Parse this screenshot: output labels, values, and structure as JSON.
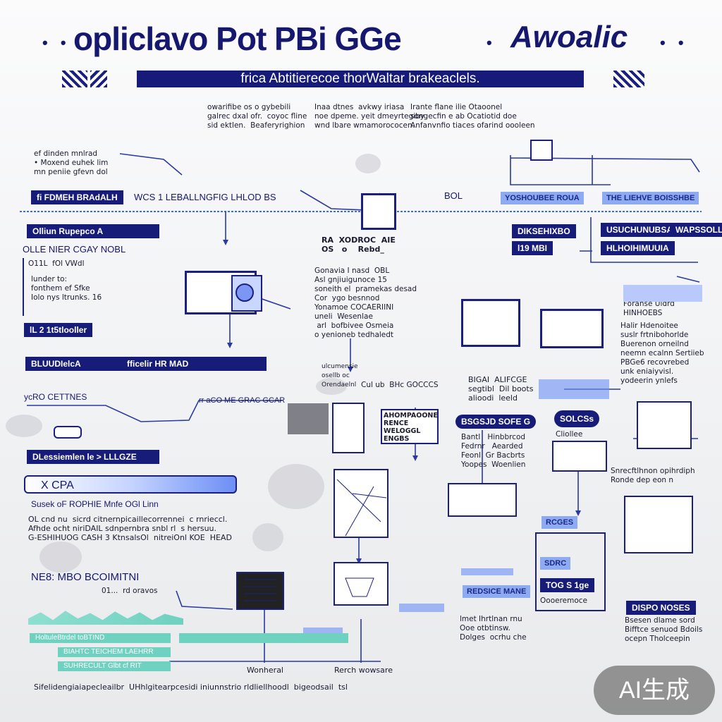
{
  "title": {
    "left": "opliclavo Pot PBi GGe",
    "right": "Awoalic",
    "dots_left": "• •",
    "dots_mid": "•",
    "dots_right": "• •"
  },
  "banner": "frica Abtitierecoe  thorWaltar brakeaclels.",
  "intro": {
    "col1": "owarifibe os o gybebili\ngalrec dxal ofr.  coyoc fline\nsid ektlen.  Beaferyrighion",
    "col2": "Inaa dtnes  avkwy iriasa\nnoe dpeme. yeit dmeyrtegiby\nwnd lbare wmamorococen.",
    "col3": "Irante flane ilie Otaoonel\nsongecfin e ab Ocatiotid doe\nAnfanvnfio tiaces ofarind oooleen"
  },
  "left": {
    "note": "ef dinden mnlrad\n• Moxend euhek lim\nmn peniie gfevn dol",
    "row_chip1": "fi FDMEH  BRAdALH",
    "row_text": "WCS  1 LEBALLNGFIG  LHLOD  BS",
    "section_chip": "Olliun Rupepco  A",
    "section_head": "OLLE  NIER CGAY   NOBL",
    "list_title": "O11L  fOl VWdl",
    "list": "lunder to:\nfonthem ef Sfke\nIolo nys ltrunks. 16",
    "chip_small": "lL 2 1t5tlooller",
    "wide_chip_a": "BLUUDIelcA",
    "wide_chip_b": "fficelir HR MAD",
    "sub_head": "ycRO  CETTNES",
    "dl_chip": "DLessiemlen le  >  LLLGZE",
    "grad_label": "X CPA",
    "sub_head2": "Susek oF ROPHIE    Mnfe OGl Linn",
    "para": "OL cnd nu  sicrd citnernpicaillecorrennei  c rnrieccl.\nAfhde ocht niriDAIL sdnpernbra snbl rl  s hersuu.\nG-ESHIHUOG CASH 3 KtnsalsOl  nitreiOnl KOE  HEAD",
    "small_head": "NE8:  MBO  BCOIMITNI",
    "small_sub": "01...  rd oravos",
    "teal": [
      "HoltuleBtrdel toBTIND",
      "BIAHTC TEICHEM LAEHRR",
      "SUHRECULT Glbt cf RIT"
    ]
  },
  "center": {
    "head": "RA  XODROC  AIE\nOS   o    Rebd_",
    "text": "Gonavia I nasd  OBL\nAsl gnjiuigunoce 15\nsoneith el  pramekas desad\nCor  ygo besnnod\nYonamoe COCAERIINI\nuneli  Wesenlae\n arl  bofbivee Osmeia\no yenioneb tedhaledt",
    "small_text": "ulcumensie\nosellb oc\nOrendaelnl",
    "arrow_text": "Cul ub  BHc GOCCCS",
    "right_head": "rr aCO ME GRAC GCAR",
    "box_text": "AHOMPAOONE\nRENCE\nWELOGGL\nENGBS",
    "caption1": "Wonheral",
    "caption2": "Rerch wowsare"
  },
  "right": {
    "top_chip_a": "YOSHOUBEE ROUA",
    "top_chip_b": "THE LIEHVE BOISSHBE",
    "chip_row1": "DIKSEHIXBO",
    "chip_row1b": "USUCHUNUBSA",
    "chip_row1c": "WAPSSOLL",
    "chip_row2": "l19 MBI",
    "chip_row2b": "HLHOIHIMUUIA",
    "note_top": "BOL",
    "small_right": "ILIHNGI\nForanse Uldrd\nHINHOEBS",
    "right_col": "Halir Hdenoitee\nsuslr frtnibohorlde\nBuerenon orneilnd\nneemn ecalnn Sertiieb\nPBGe6 recovrebed\nunk eniaiyvisl.\nyodeerin ynlefs",
    "mid_head": "BIGAI  ALIFCGE\nsegtibl  Dil boots\nalioodi  leeld",
    "chip_mid": "BSGSJD SOFE  G",
    "chip_mid2": "SOLCSs",
    "chip_mid_sub": "Cliollee",
    "mid_list": "Bantl   Hinbbrcod\nFedrnr   Aearded\nFeonl  Gr Bacbrts\nYoopes  Woenlien",
    "right_lbl": "Snrecftlhnon opihrdiph\nRonde dep eon n",
    "lower_chip": "RCGES",
    "lower_chip2": "SDRC",
    "lower_chip3": "TOG S  1ge",
    "lower_note": "Oooeremoce",
    "lower_text": "lmet Ihrtlnan rnu\nOoe otbtinsw.\nDolges  ocrhu che",
    "right_chip": "DISPO NOSES",
    "right_text": "Bsesen dlame sord\nBifftce senuod Bdoils\nocepn Tholceepin",
    "light_chip_left": "REDSICE  MANE"
  },
  "footer": "Sifelidengiaiapecleailbr  UHhlgitearpcesidi iniunnstrio rldliellhoodl  bigeodsail  tsl",
  "badge": "AI生成"
}
